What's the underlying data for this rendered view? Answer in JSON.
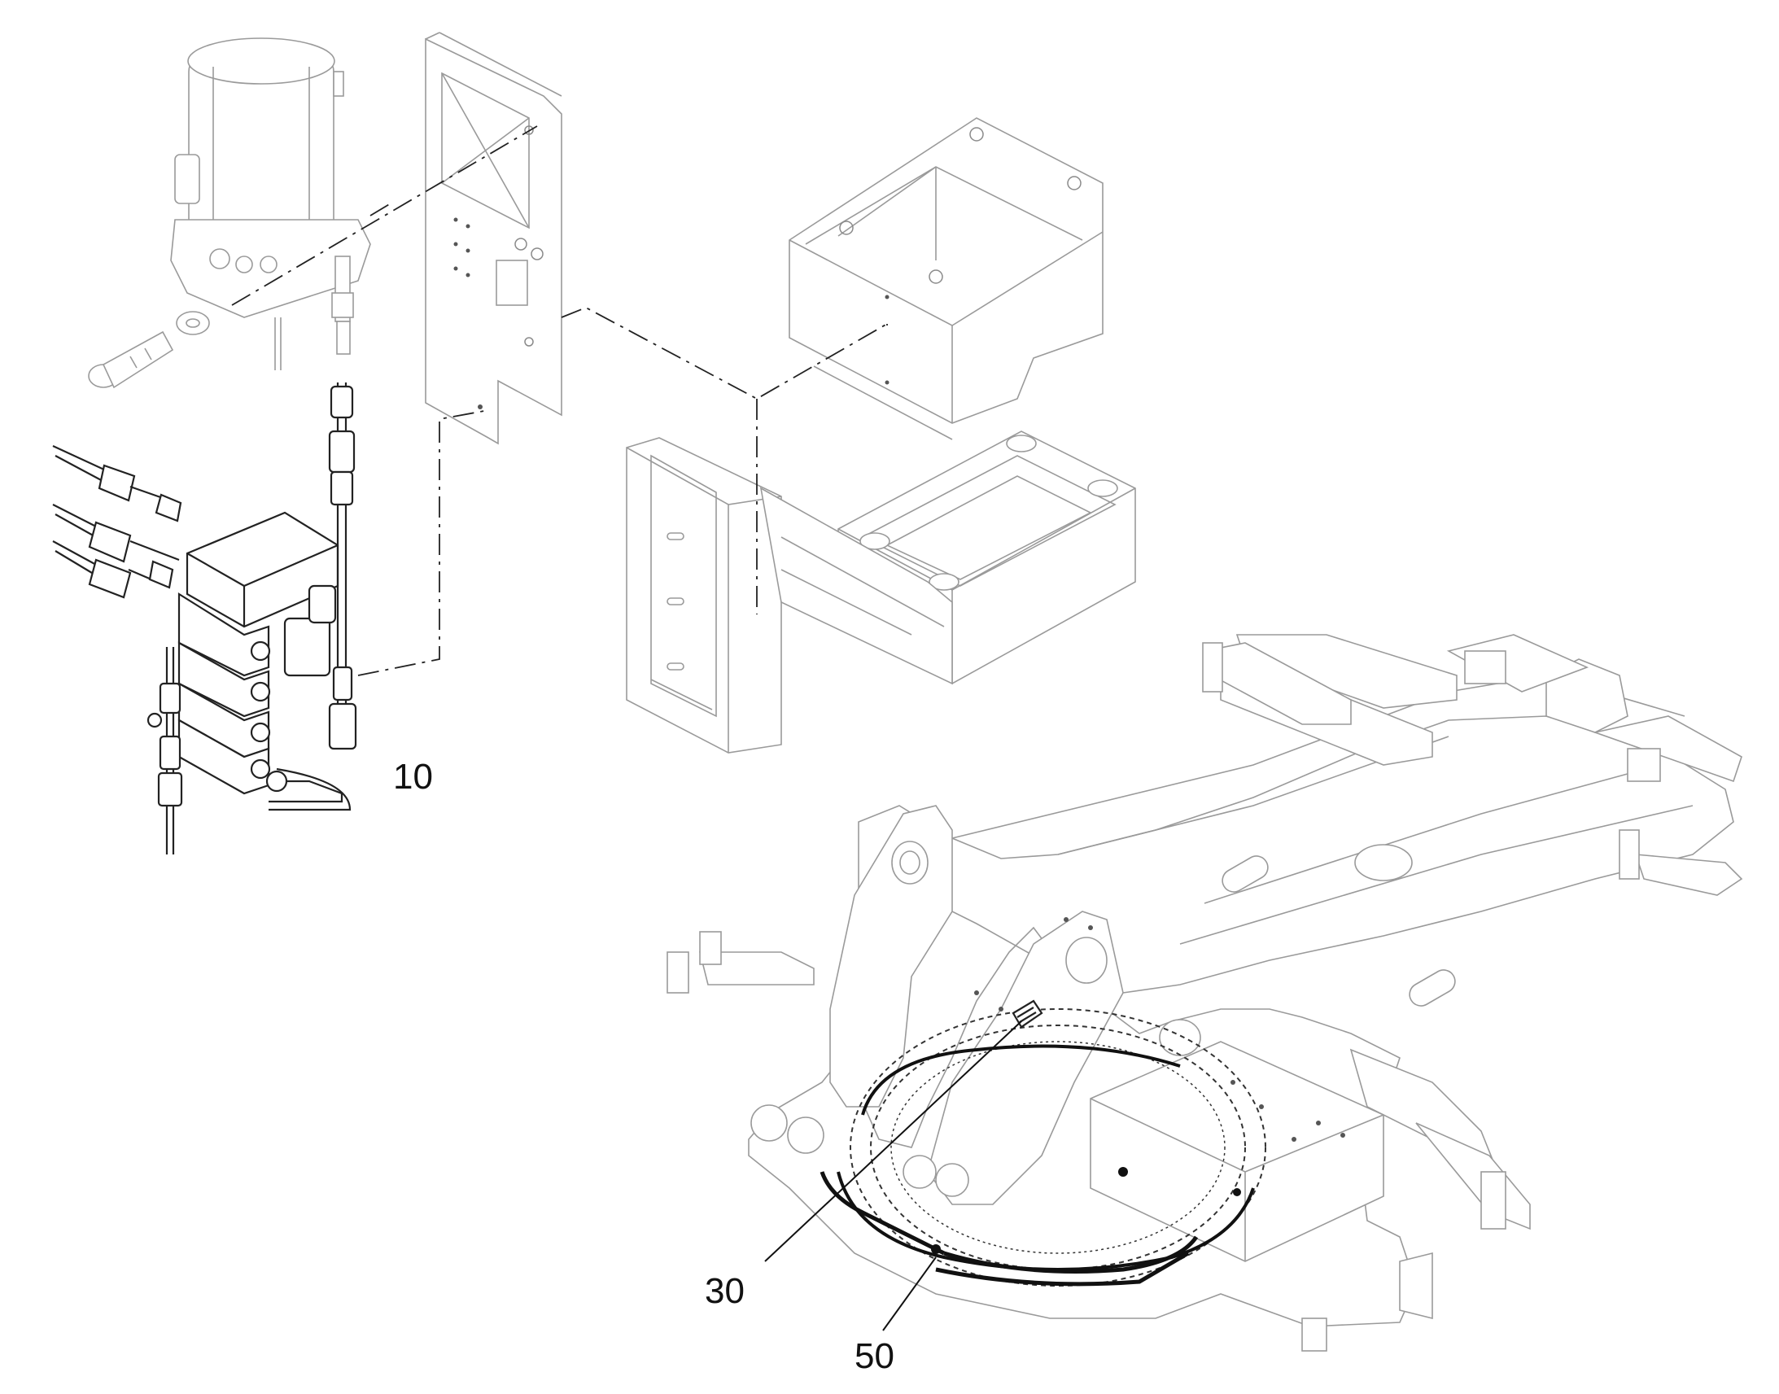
{
  "callouts": {
    "c10": "10",
    "c30": "30",
    "c50": "50"
  },
  "colors": {
    "line_dark": "#222222",
    "line_light": "#9a9a9a",
    "background": "#ffffff"
  }
}
